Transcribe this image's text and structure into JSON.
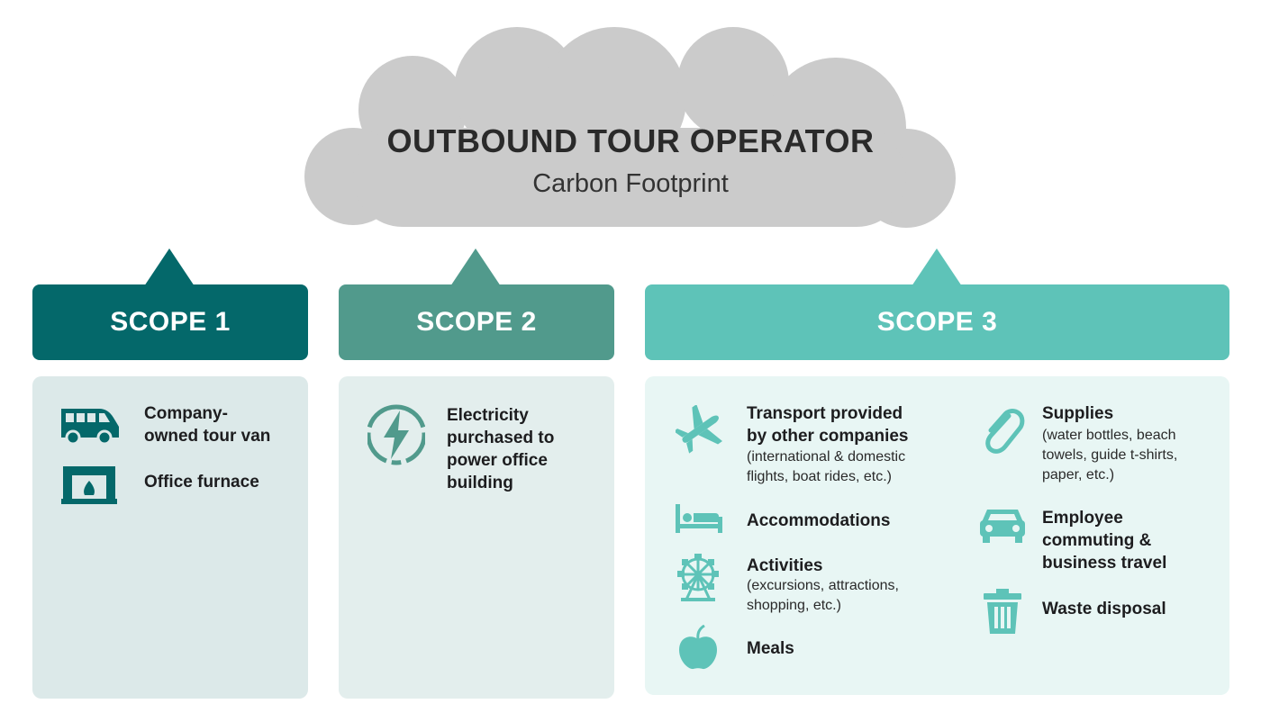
{
  "header": {
    "title": "OUTBOUND TOUR OPERATOR",
    "subtitle": "Carbon Footprint"
  },
  "colors": {
    "cloud": "#cbcbcb",
    "scope1": "#04686a",
    "scope2": "#519a8c",
    "scope3": "#5ec3b8",
    "scope1_panel": "#dce9e9",
    "scope2_panel": "#e3eeed",
    "scope3_panel": "#e8f6f4"
  },
  "scopes": [
    {
      "label": "SCOPE 1",
      "items": [
        {
          "icon": "van-icon",
          "title": "Company-\nowned tour van",
          "desc": ""
        },
        {
          "icon": "furnace-icon",
          "title": "Office furnace",
          "desc": ""
        }
      ]
    },
    {
      "label": "SCOPE 2",
      "items": [
        {
          "icon": "lightning-bolt-icon",
          "title": "Electricity\npurchased to\npower office\nbuilding",
          "desc": ""
        }
      ]
    },
    {
      "label": "SCOPE 3",
      "items": [
        {
          "icon": "airplane-icon",
          "title": "Transport provided\nby other companies",
          "desc": "(international & domestic\nflights, boat rides, etc.)"
        },
        {
          "icon": "bed-icon",
          "title": "Accommodations",
          "desc": ""
        },
        {
          "icon": "ferris-wheel-icon",
          "title": "Activities",
          "desc": "(excursions, attractions,\nshopping, etc.)"
        },
        {
          "icon": "apple-icon",
          "title": "Meals",
          "desc": ""
        },
        {
          "icon": "paperclip-icon",
          "title": "Supplies",
          "desc": "(water bottles, beach\ntowels, guide t-shirts,\npaper, etc.)"
        },
        {
          "icon": "car-icon",
          "title": "Employee\ncommuting &\nbusiness travel",
          "desc": ""
        },
        {
          "icon": "trash-can-icon",
          "title": "Waste disposal",
          "desc": ""
        }
      ]
    }
  ]
}
